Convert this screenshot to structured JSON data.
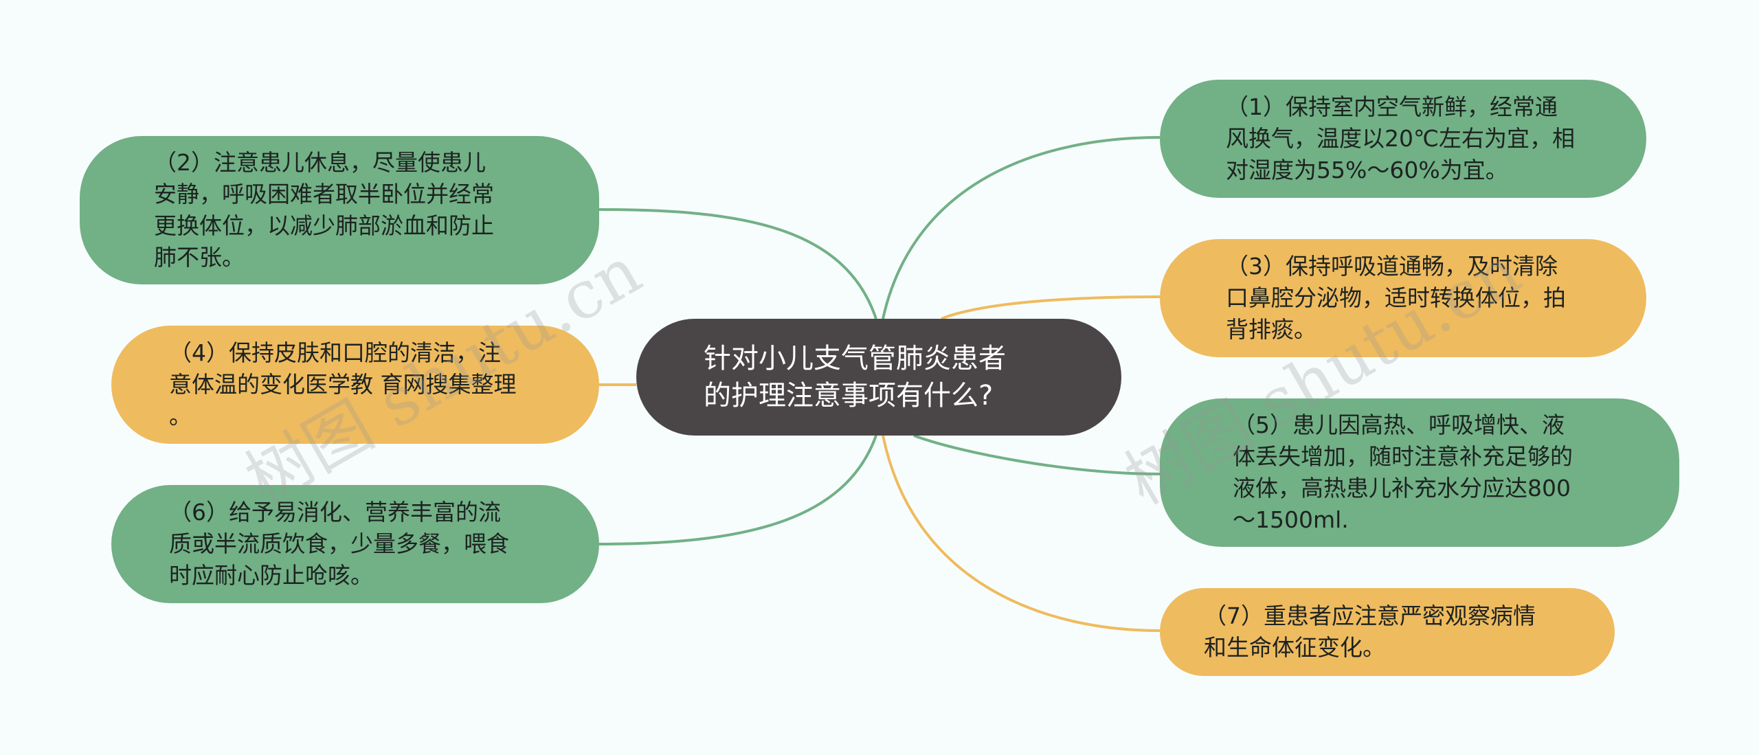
{
  "title": "针对小儿支气管肺炎患者的护理注意事项有什么?",
  "title_lines": [
    "针对小儿支气管肺炎患者",
    "的护理注意事项有什么?"
  ],
  "colors": {
    "background": "#f7fdfd",
    "center": "#4a4546",
    "green": "#72b086",
    "yellow": "#efbb5f"
  },
  "branches": [
    {
      "id": "b1",
      "color": "green",
      "lines": [
        "（1）保持室内空气新鲜，经常通",
        "风换气，温度以20℃左右为宜，相",
        "对湿度为55%～60%为宜。"
      ]
    },
    {
      "id": "b2",
      "color": "green",
      "lines": [
        "（2）注意患儿休息，尽量使患儿",
        "安静，呼吸困难者取半卧位并经常",
        "更换体位，以减少肺部淤血和防止",
        "肺不张。"
      ]
    },
    {
      "id": "b3",
      "color": "yellow",
      "lines": [
        "（3）保持呼吸道通畅，及时清除",
        "口鼻腔分泌物，适时转换体位，拍",
        "背排痰。"
      ]
    },
    {
      "id": "b4",
      "color": "yellow",
      "lines": [
        "（4）保持皮肤和口腔的清洁，注",
        "意体温的变化医学教 育网搜集整理",
        "。"
      ]
    },
    {
      "id": "b5",
      "color": "green",
      "lines": [
        "（5）患儿因高热、呼吸增快、液",
        "体丢失增加，随时注意补充足够的",
        "液体，高热患儿补充水分应达800",
        "～1500ml."
      ]
    },
    {
      "id": "b6",
      "color": "green",
      "lines": [
        "（6）给予易消化、营养丰富的流",
        "质或半流质饮食，少量多餐，喂食",
        "时应耐心防止呛咳。"
      ]
    },
    {
      "id": "b7",
      "color": "yellow",
      "lines": [
        "（7）重患者应注意严密观察病情",
        "和生命体征变化。"
      ]
    }
  ],
  "watermarks": [
    "树图 shutu.cn",
    "树图 shutu.cn"
  ]
}
